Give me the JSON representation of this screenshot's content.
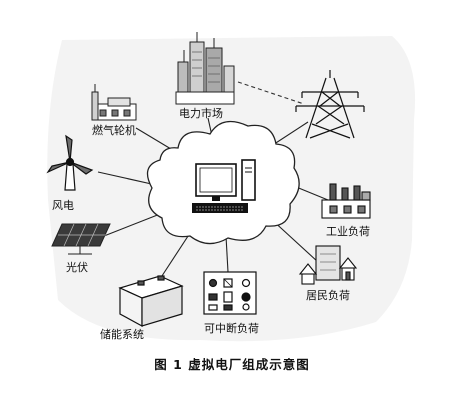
{
  "diagram": {
    "caption": "图 1 虚拟电厂组成示意图",
    "nodes": {
      "power_market": "电力市场",
      "gas_turbine": "燃气轮机",
      "wind_power": "风电",
      "photovoltaic": "光伏",
      "energy_storage": "储能系统",
      "interruptible_load": "可中断负荷",
      "residential_load": "居民负荷",
      "industrial_load": "工业负荷"
    }
  }
}
